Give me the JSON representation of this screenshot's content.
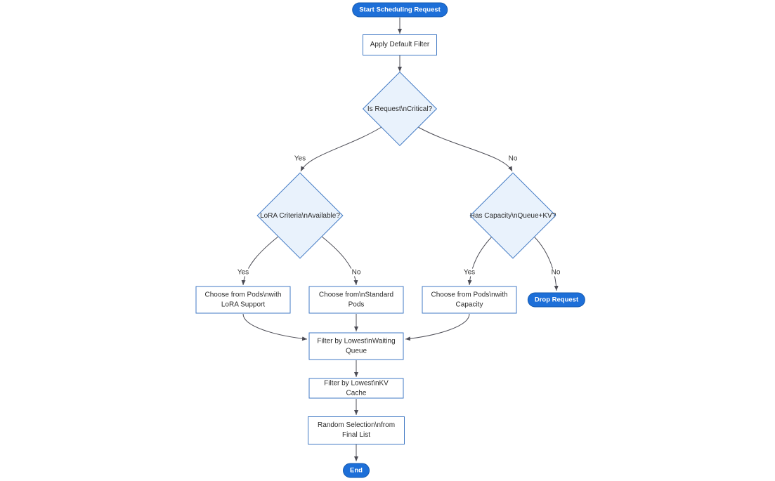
{
  "diagram": {
    "type": "flowchart",
    "direction": "top-down",
    "colors": {
      "pill_fill": "#1d6fd8",
      "pill_border": "#1659ad",
      "pill_text": "#ffffff",
      "rect_fill": "#ffffff",
      "rect_border": "#4179c4",
      "diamond_fill": "#e9f2fc",
      "diamond_border": "#4179c4",
      "node_text": "#2b2b2b",
      "edge_color": "#4c4c55",
      "edge_label_text": "#333333",
      "canvas_bg": "#ffffff"
    },
    "nodes": {
      "start": {
        "label": "Start Scheduling Request",
        "shape": "stadium"
      },
      "apply_filter": {
        "label": "Apply Default Filter",
        "shape": "rect"
      },
      "is_critical": {
        "label": "Is Request\\nCritical?",
        "shape": "diamond"
      },
      "lora_criteria": {
        "label": "LoRA Criteria\\nAvailable?",
        "shape": "diamond"
      },
      "has_capacity": {
        "label": "Has Capacity\\nQueue+KV?",
        "shape": "diamond"
      },
      "choose_lora": {
        "label": "Choose from Pods\\nwith LoRA Support",
        "shape": "rect"
      },
      "choose_standard": {
        "label": "Choose from\\nStandard Pods",
        "shape": "rect"
      },
      "choose_capacity": {
        "label": "Choose from Pods\\nwith Capacity",
        "shape": "rect"
      },
      "drop_request": {
        "label": "Drop Request",
        "shape": "stadium"
      },
      "filter_queue": {
        "label": "Filter by Lowest\\nWaiting Queue",
        "shape": "rect"
      },
      "filter_kv": {
        "label": "Filter by Lowest\\nKV Cache",
        "shape": "rect"
      },
      "random_selection": {
        "label": "Random Selection\\nfrom Final List",
        "shape": "rect"
      },
      "end": {
        "label": "End",
        "shape": "stadium"
      }
    },
    "edges": [
      {
        "from": "start",
        "to": "apply_filter",
        "label": ""
      },
      {
        "from": "apply_filter",
        "to": "is_critical",
        "label": ""
      },
      {
        "from": "is_critical",
        "to": "lora_criteria",
        "label": "Yes"
      },
      {
        "from": "is_critical",
        "to": "has_capacity",
        "label": "No"
      },
      {
        "from": "lora_criteria",
        "to": "choose_lora",
        "label": "Yes"
      },
      {
        "from": "lora_criteria",
        "to": "choose_standard",
        "label": "No"
      },
      {
        "from": "has_capacity",
        "to": "choose_capacity",
        "label": "Yes"
      },
      {
        "from": "has_capacity",
        "to": "drop_request",
        "label": "No"
      },
      {
        "from": "choose_lora",
        "to": "filter_queue",
        "label": ""
      },
      {
        "from": "choose_standard",
        "to": "filter_queue",
        "label": ""
      },
      {
        "from": "choose_capacity",
        "to": "filter_queue",
        "label": ""
      },
      {
        "from": "filter_queue",
        "to": "filter_kv",
        "label": ""
      },
      {
        "from": "filter_kv",
        "to": "random_selection",
        "label": ""
      },
      {
        "from": "random_selection",
        "to": "end",
        "label": ""
      }
    ]
  }
}
